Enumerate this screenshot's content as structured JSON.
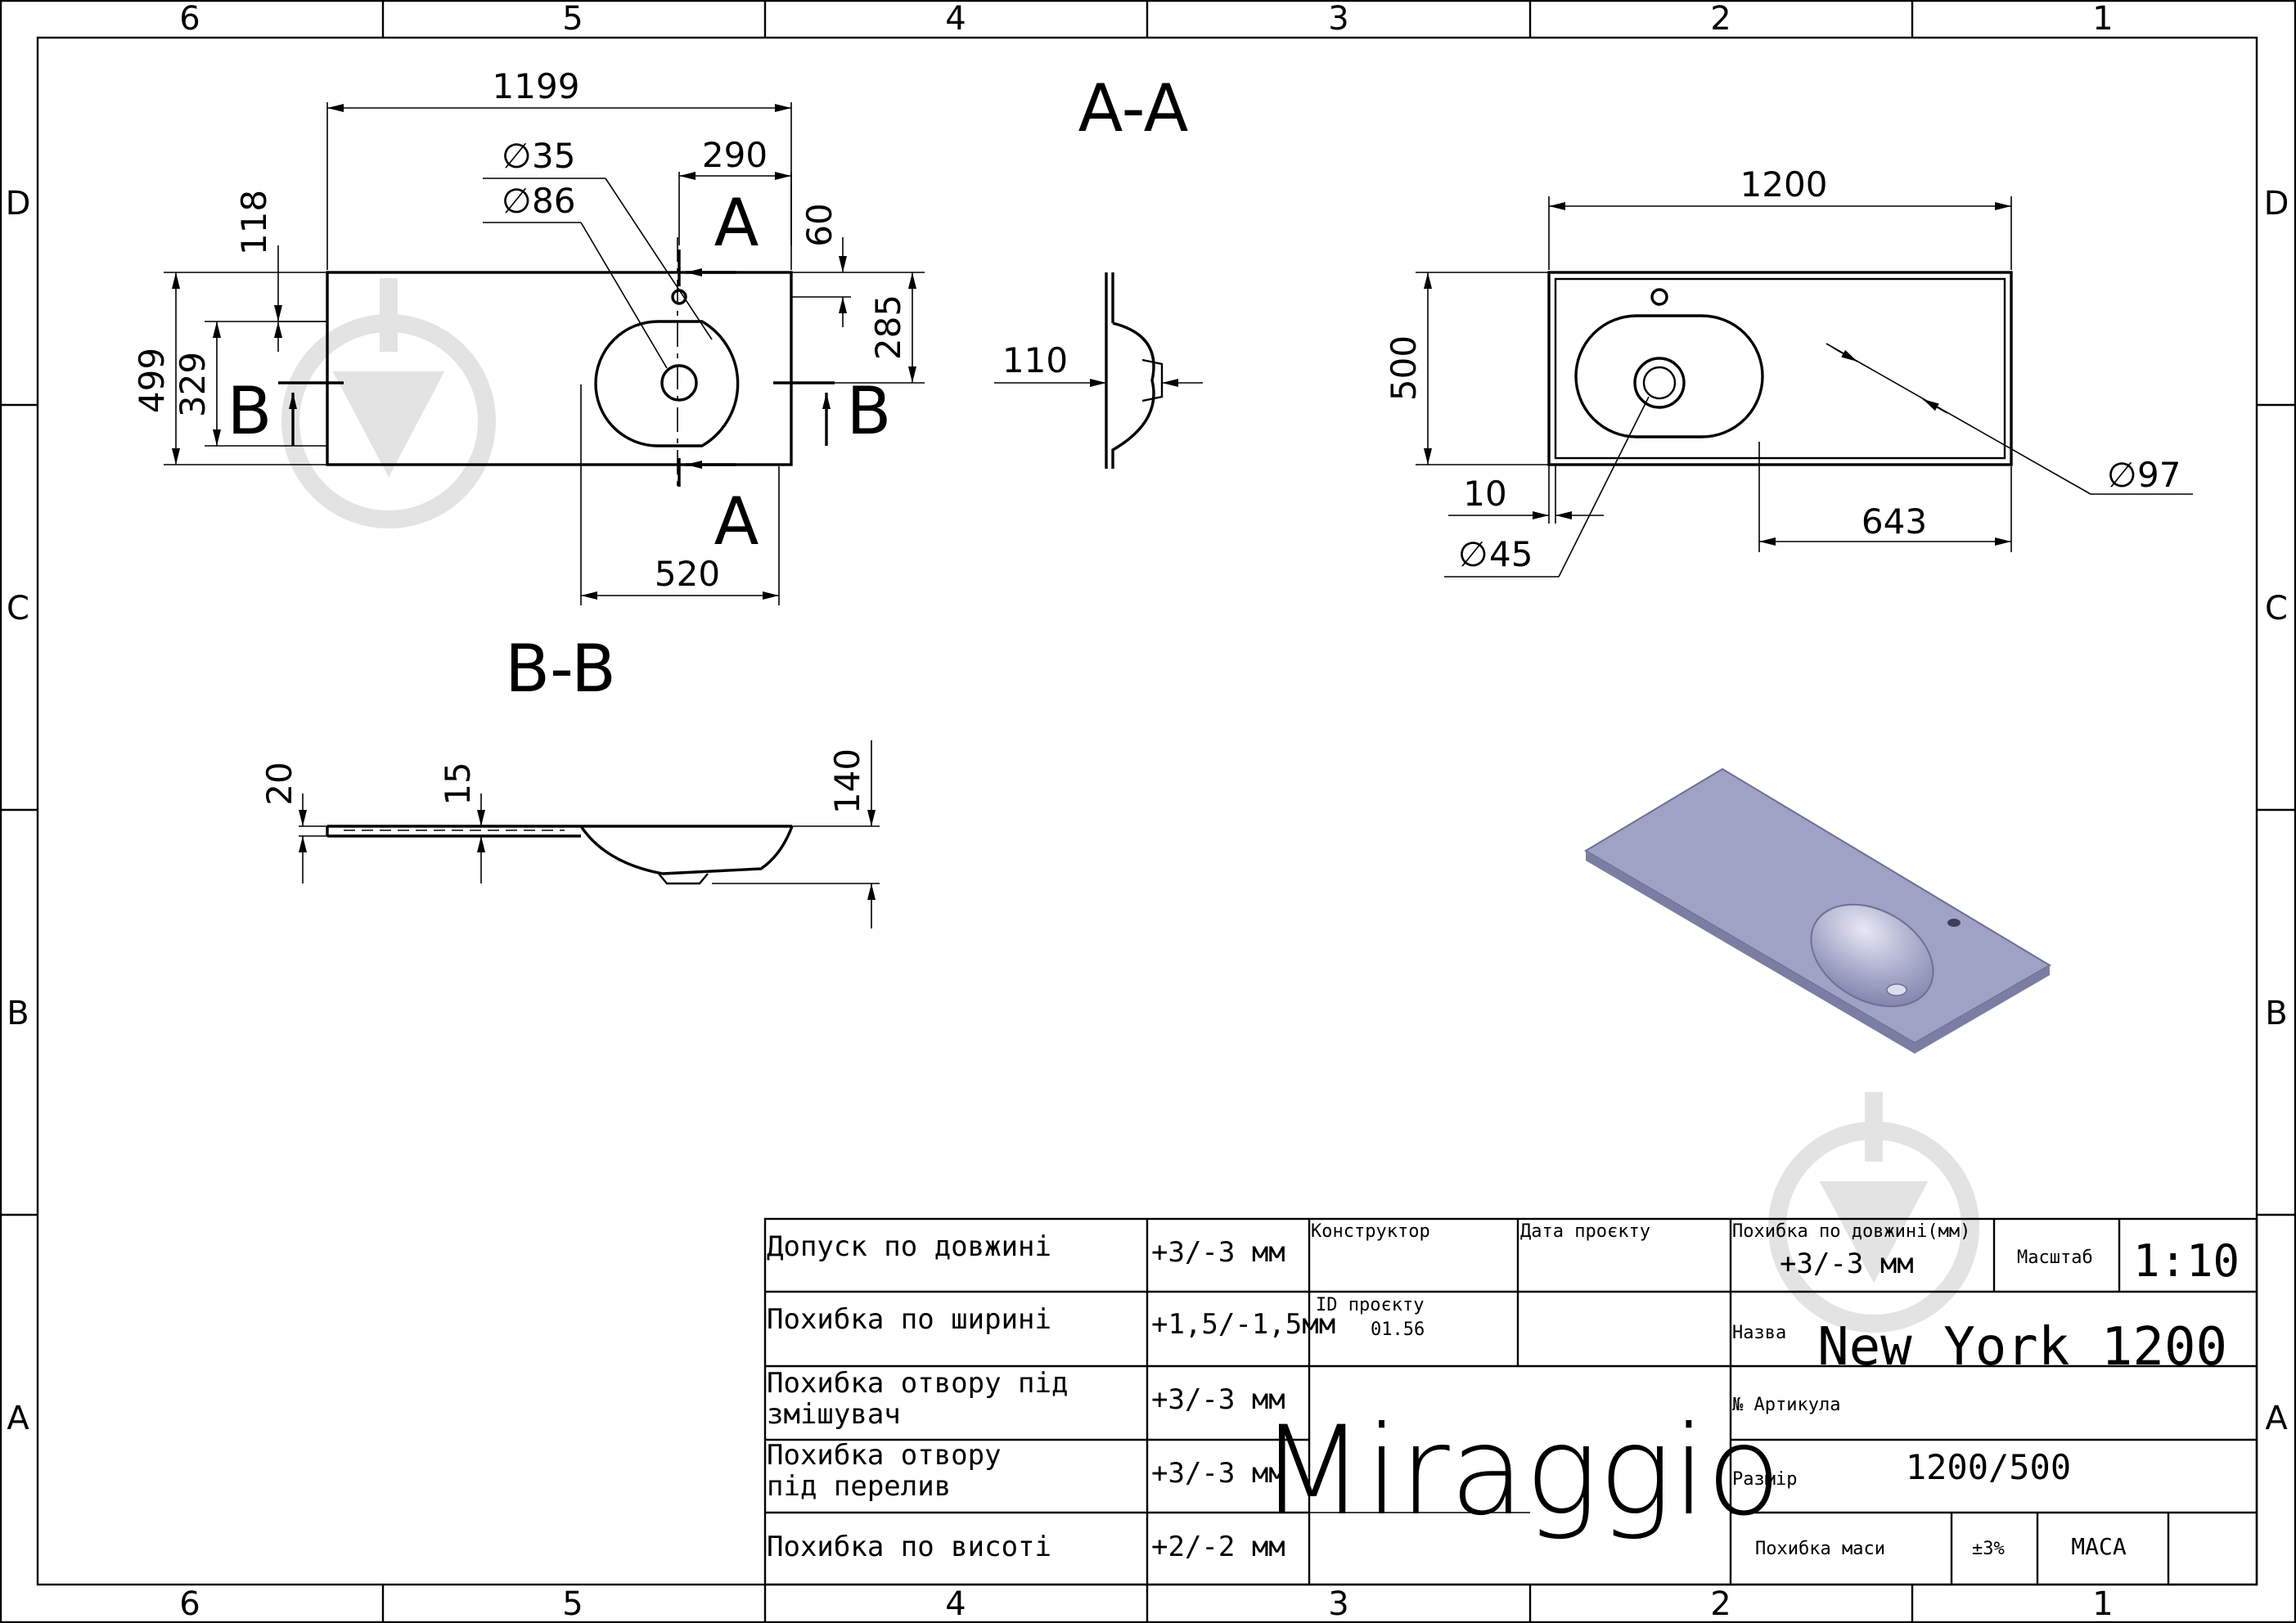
{
  "zones": {
    "columns": [
      "6",
      "5",
      "4",
      "3",
      "2",
      "1"
    ],
    "rows": [
      "D",
      "C",
      "B",
      "A"
    ]
  },
  "sections": {
    "aa": "A-A",
    "bb": "B-B",
    "a_top": "A",
    "a_bottom": "A",
    "b_left": "B",
    "b_right": "B"
  },
  "dims": {
    "front": {
      "d1199": "1199",
      "d290": "290",
      "dia35": "35",
      "dia86": "86",
      "d118": "118",
      "d60": "60",
      "d285": "285",
      "d499": "499",
      "d329": "329",
      "d520": "520"
    },
    "section_aa": {
      "d110": "110"
    },
    "top": {
      "d1200": "1200",
      "d500": "500",
      "d10": "10",
      "dia45": "45",
      "d643": "643",
      "dia97": "97"
    },
    "section_bb": {
      "d20": "20",
      "d15": "15",
      "d140": "140"
    }
  },
  "title_block": {
    "tolerances": [
      {
        "label": "Допуск по довжині",
        "value": "+3/-3 мм"
      },
      {
        "label": "Похибка по ширині",
        "value": "+1,5/-1,5мм"
      },
      {
        "label_line1": "Похибка отвору під",
        "label_line2": "змішувач",
        "value": "+3/-3 мм"
      },
      {
        "label_line1": "Похибка отвору",
        "label_line2": "під перелив",
        "value": "+3/-3 мм"
      },
      {
        "label": "Похибка по висоті",
        "value": "+2/-2 мм"
      }
    ],
    "designer_label": "Конструктор",
    "project_date_label": "Дата проєкту",
    "project_id_label": "ID проєкту",
    "project_id_value": "01.56",
    "brand": "Miraggio",
    "length_error_label": "Похибка по довжині(мм)",
    "length_error_value": "+3/-3 мм",
    "scale_label": "Масштаб",
    "scale_value": "1:10",
    "name_label": "Назва",
    "name_value": "New York 1200",
    "article_label": "№ Артикула",
    "size_label": "Размір",
    "size_value": "1200/500",
    "mass_error_label": "Похибка маси",
    "mass_error_value": "±3%",
    "mass_label": "МАСА"
  },
  "colors": {
    "line": "#000000",
    "watermark": "#e0e0e0",
    "render_surface": "#9fa2c4"
  },
  "icons": {
    "watermark": "faucet-drop-logo",
    "diameter": "diameter-symbol"
  }
}
